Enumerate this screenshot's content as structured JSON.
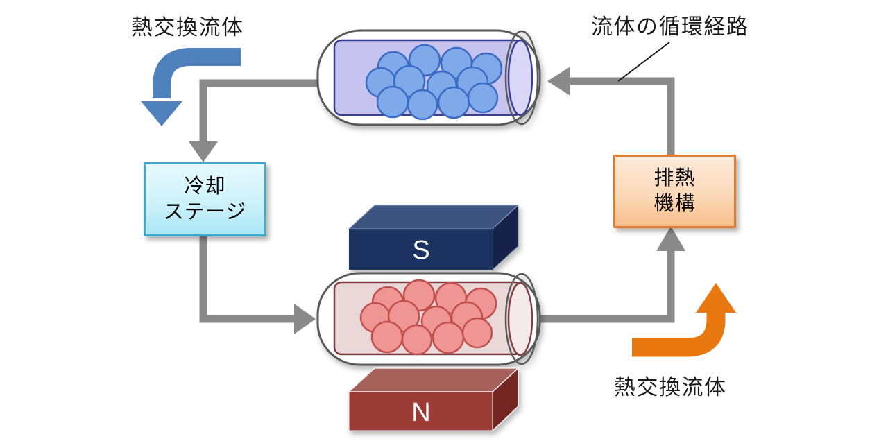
{
  "diagram": {
    "labels": {
      "coolant_in": "熱交換流体",
      "circulation_path": "流体の循環経路",
      "coolant_out": "熱交換流体"
    },
    "cooling_stage": {
      "line1": "冷却",
      "line2": "ステージ"
    },
    "heat_exhaust": {
      "line1": "排熱",
      "line2": "機構"
    },
    "magnet_top_pole": "S",
    "magnet_bottom_pole": "N",
    "particle_count_top": 12,
    "particle_count_bottom": 12
  },
  "colors": {
    "arrow_blue": "#4f81bd",
    "arrow_orange": "#e8780f",
    "pipe_gray": "#8a8a8a",
    "callout_line": "#1a1a1a",
    "tube_outline": "#5a5a5a",
    "tube_fill": "#ffffff",
    "top_fluid_fill": "#c6c3ef",
    "top_fluid_stroke": "#3b4097",
    "top_fluid_cap": "#d9d6f8",
    "bottom_fluid_fill": "#ead8d8",
    "bottom_fluid_stroke": "#7e4042",
    "bottom_fluid_cap": "#f4e9e9",
    "sphere_blue_fill": "#7fa9e9",
    "sphere_blue_stroke": "#3a6cc6",
    "sphere_red_fill": "#ef9694",
    "sphere_red_stroke": "#c0504d",
    "magnet_s_front": "#1e3160",
    "magnet_s_top": "#3d5380",
    "magnet_s_side": "#13224a",
    "magnet_s_edge": "#8fa0c0",
    "magnet_n_front": "#9b3a34",
    "magnet_n_top": "#a5605a",
    "magnet_n_side": "#732824",
    "magnet_n_edge": "#f5efef",
    "magnet_label_color": "#ffffff",
    "cooling_box_border": "#3fa9ca",
    "cooling_box_top": "#e7fafe",
    "cooling_box_bottom": "#a9e6f5",
    "heat_box_border": "#df7b2b",
    "heat_box_top": "#fceada",
    "heat_box_bottom": "#f7be8c",
    "text_color": "#1a1a1a"
  }
}
